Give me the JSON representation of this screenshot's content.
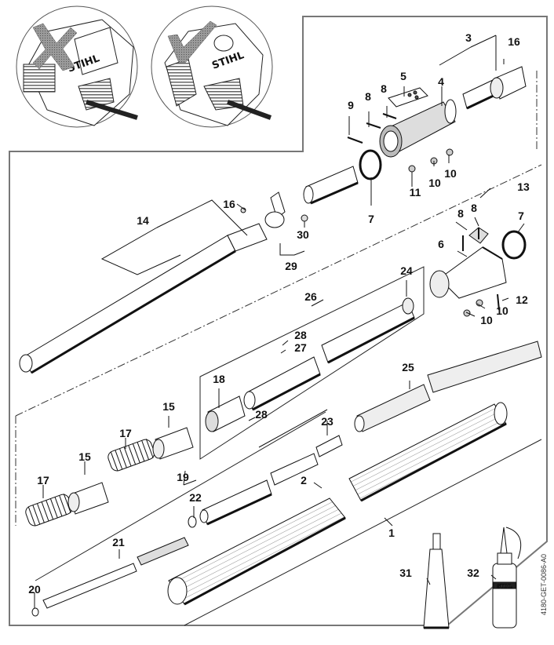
{
  "diagram": {
    "title": "Drive tube assembly – exploded parts view",
    "drawing_code": "4180-GET-0086-A0",
    "brand_label": "STIHL",
    "comparison_insets": [
      {
        "id": "wrong",
        "mark": "cross",
        "brand": "STIHL"
      },
      {
        "id": "correct",
        "mark": "check",
        "brand": "STIHL"
      }
    ],
    "callouts": [
      {
        "id": "c3",
        "label": "3"
      },
      {
        "id": "c16a",
        "label": "16"
      },
      {
        "id": "c5",
        "label": "5"
      },
      {
        "id": "c4",
        "label": "4"
      },
      {
        "id": "c8a",
        "label": "8"
      },
      {
        "id": "c8b",
        "label": "8"
      },
      {
        "id": "c9",
        "label": "9"
      },
      {
        "id": "c10a",
        "label": "10"
      },
      {
        "id": "c10b",
        "label": "10"
      },
      {
        "id": "c11",
        "label": "11"
      },
      {
        "id": "c7a",
        "label": "7"
      },
      {
        "id": "c13",
        "label": "13"
      },
      {
        "id": "c8c",
        "label": "8"
      },
      {
        "id": "c8d",
        "label": "8"
      },
      {
        "id": "c7b",
        "label": "7"
      },
      {
        "id": "c6",
        "label": "6"
      },
      {
        "id": "c12",
        "label": "12"
      },
      {
        "id": "c10c",
        "label": "10"
      },
      {
        "id": "c10d",
        "label": "10"
      },
      {
        "id": "c14",
        "label": "14"
      },
      {
        "id": "c16b",
        "label": "16"
      },
      {
        "id": "c30",
        "label": "30"
      },
      {
        "id": "c29",
        "label": "29"
      },
      {
        "id": "c24",
        "label": "24"
      },
      {
        "id": "c26",
        "label": "26"
      },
      {
        "id": "c28a",
        "label": "28"
      },
      {
        "id": "c27",
        "label": "27"
      },
      {
        "id": "c18",
        "label": "18"
      },
      {
        "id": "c28b",
        "label": "28"
      },
      {
        "id": "c25",
        "label": "25"
      },
      {
        "id": "c23",
        "label": "23"
      },
      {
        "id": "c15a",
        "label": "15"
      },
      {
        "id": "c17a",
        "label": "17"
      },
      {
        "id": "c15b",
        "label": "15"
      },
      {
        "id": "c17b",
        "label": "17"
      },
      {
        "id": "c19",
        "label": "19"
      },
      {
        "id": "c22",
        "label": "22"
      },
      {
        "id": "c2",
        "label": "2"
      },
      {
        "id": "c21",
        "label": "21"
      },
      {
        "id": "c20",
        "label": "20"
      },
      {
        "id": "c1",
        "label": "1"
      },
      {
        "id": "c31",
        "label": "31"
      },
      {
        "id": "c32",
        "label": "32"
      }
    ]
  }
}
